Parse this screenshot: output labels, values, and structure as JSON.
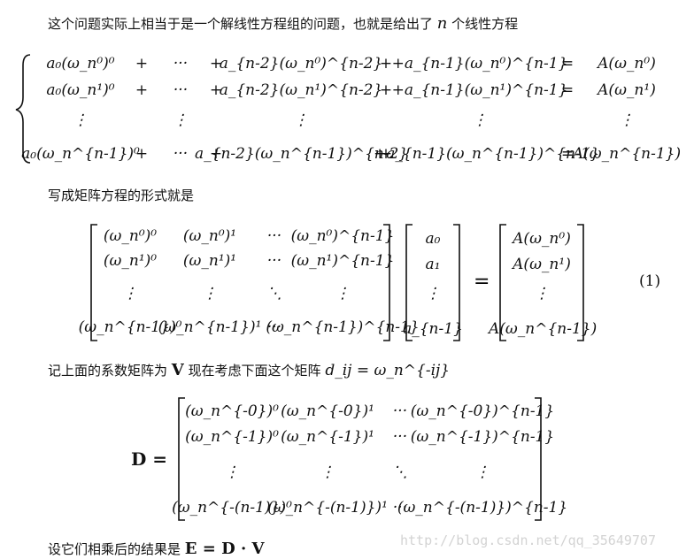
{
  "text": {
    "intro": "这个问题实际上相当于是一个解线性方程组的问题，也就是给出了",
    "intro_var": "n",
    "intro_tail": "个线性方程",
    "write_matrix": "写成矩阵方程的形式就是",
    "note_prefix": "记上面的系数矩阵为",
    "note_V": "V",
    "note_mid": "现在考虑下面这个矩阵",
    "note_expr": "d_ij = ω_n^{-ij}",
    "final_prefix": "设它们相乘后的结果是",
    "final_expr": "E = D · V",
    "eq_number": "(1)",
    "D_label": "D ="
  },
  "system": {
    "rows": [
      [
        "a₀(ω_n⁰)⁰",
        "+",
        "···",
        "+",
        "a_{n-2}(ω_n⁰)^{n-2}",
        "+",
        "+a_{n-1}(ω_n⁰)^{n-1}",
        "=",
        "A(ω_n⁰)"
      ],
      [
        "a₀(ω_n¹)⁰",
        "+",
        "···",
        "+",
        "a_{n-2}(ω_n¹)^{n-2}",
        "+",
        "+a_{n-1}(ω_n¹)^{n-1}",
        "=",
        "A(ω_n¹)"
      ],
      [
        "⋮",
        "",
        "⋮",
        "",
        "⋮",
        "",
        "⋮",
        "",
        "⋮"
      ],
      [
        "a₀(ω_n^{n-1})⁰",
        "+",
        "···",
        "+",
        "a_{n-2}(ω_n^{n-1})^{n-2}",
        "+",
        "+a_{n-1}(ω_n^{n-1})^{n-1}",
        "=",
        "A(ω_n^{n-1})"
      ]
    ]
  },
  "matrix_V": {
    "rows": [
      [
        "(ω_n⁰)⁰",
        "(ω_n⁰)¹",
        "···",
        "(ω_n⁰)^{n-1}"
      ],
      [
        "(ω_n¹)⁰",
        "(ω_n¹)¹",
        "···",
        "(ω_n¹)^{n-1}"
      ],
      [
        "⋮",
        "⋮",
        "⋱",
        "⋮"
      ],
      [
        "(ω_n^{n-1})⁰",
        "(ω_n^{n-1})¹",
        "···",
        "(ω_n^{n-1})^{n-1}"
      ]
    ]
  },
  "vector_a": [
    "a₀",
    "a₁",
    "⋮",
    "a_{n-1}"
  ],
  "vector_A": [
    "A(ω_n⁰)",
    "A(ω_n¹)",
    "⋮",
    "A(ω_n^{n-1})"
  ],
  "matrix_D": {
    "rows": [
      [
        "(ω_n^{-0})⁰",
        "(ω_n^{-0})¹",
        "···",
        "(ω_n^{-0})^{n-1}"
      ],
      [
        "(ω_n^{-1})⁰",
        "(ω_n^{-1})¹",
        "···",
        "(ω_n^{-1})^{n-1}"
      ],
      [
        "⋮",
        "⋮",
        "⋱",
        "⋮"
      ],
      [
        "(ω_n^{-(n-1)})⁰",
        "(ω_n^{-(n-1)})¹",
        "···",
        "(ω_n^{-(n-1)})^{n-1}"
      ]
    ]
  },
  "watermark": "http://blog.csdn.net/qq_35649707"
}
